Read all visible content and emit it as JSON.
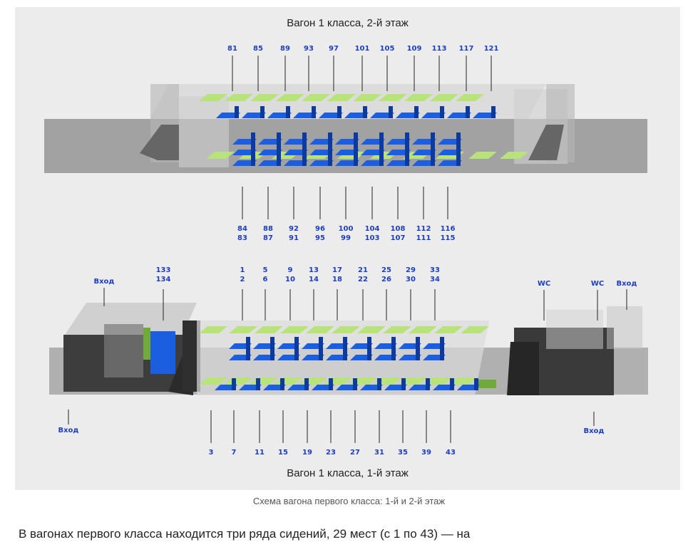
{
  "diagram": {
    "title_top": "Вагон 1 класса, 2-й этаж",
    "title_bottom": "Вагон 1 класса, 1-й этаж",
    "upper_deck": {
      "top_labels": [
        "81",
        "85",
        "89",
        "93",
        "97",
        "101",
        "105",
        "109",
        "113",
        "117",
        "121"
      ],
      "bottom_labels": [
        [
          "84",
          "83"
        ],
        [
          "88",
          "87"
        ],
        [
          "92",
          "91"
        ],
        [
          "96",
          "95"
        ],
        [
          "100",
          "99"
        ],
        [
          "104",
          "103"
        ],
        [
          "108",
          "107"
        ],
        [
          "112",
          "111"
        ],
        [
          "116",
          "115"
        ]
      ]
    },
    "lower_deck": {
      "top_labels": [
        [
          "1",
          "2"
        ],
        [
          "5",
          "6"
        ],
        [
          "9",
          "10"
        ],
        [
          "13",
          "14"
        ],
        [
          "17",
          "18"
        ],
        [
          "21",
          "22"
        ],
        [
          "25",
          "26"
        ],
        [
          "29",
          "30"
        ],
        [
          "33",
          "34"
        ]
      ],
      "special_top": [
        "133",
        "134"
      ],
      "bottom_labels": [
        "3",
        "7",
        "11",
        "15",
        "19",
        "23",
        "27",
        "31",
        "35",
        "39",
        "43"
      ],
      "entrance_label": "Вход",
      "wc_label": "WC"
    },
    "colors": {
      "seat": "#1b5fe0",
      "seat_dark": "#0c3a9e",
      "table": "#b7e37a",
      "car_body": "#9a9a9a",
      "stair": "#333333"
    }
  },
  "caption": "Схема вагона первого класса: 1-й и 2-й этаж",
  "body_text": "В вагонах первого класса находится три ряда сидений, 29 мест (с 1 по 43) — на"
}
